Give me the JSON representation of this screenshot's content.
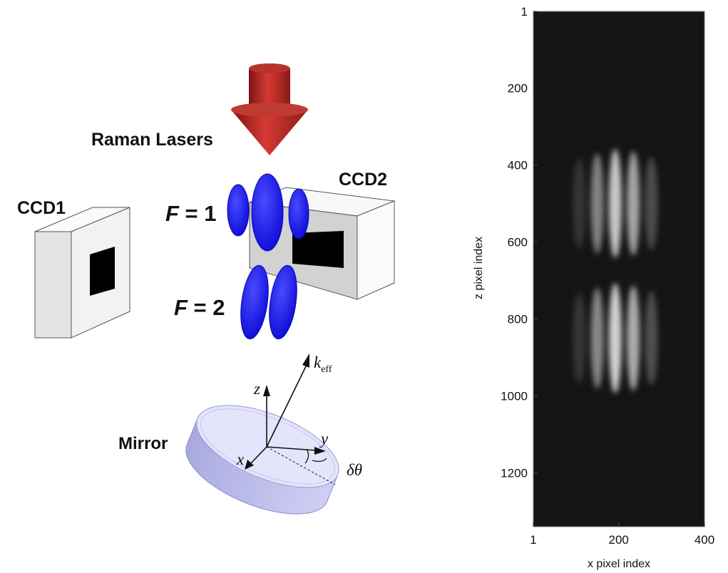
{
  "schematic": {
    "laser_label": "Raman Lasers",
    "ccd1_label": "CCD1",
    "ccd2_label": "CCD2",
    "f1_var": "F",
    "f1_rest": " = 1",
    "f2_var": "F",
    "f2_rest": " = 2",
    "mirror_label": "Mirror",
    "axis_x": "x",
    "axis_y": "y",
    "axis_z": "z",
    "k_main": "k",
    "k_sub": "eff",
    "tilt_label": "δθ",
    "colors": {
      "laser": "#c0302a",
      "cloud": "#1a1aee",
      "ccd": "#e2e2e2",
      "mirror": "#b9b9ec"
    }
  },
  "chart_data": {
    "type": "heatmap",
    "xlabel": "x pixel index",
    "ylabel": "z pixel index",
    "xlim": [
      1,
      400
    ],
    "ylim": [
      1,
      1340
    ],
    "y_inverted": true,
    "x_ticks": [
      "1",
      "200",
      "400"
    ],
    "y_ticks": [
      "1",
      "200",
      "400",
      "600",
      "800",
      "1000",
      "1200"
    ],
    "x_tick_values": [
      1,
      200,
      400
    ],
    "y_tick_values": [
      1,
      200,
      400,
      600,
      800,
      1000,
      1200
    ],
    "background": "#141414",
    "fringe_pattern": [
      {
        "name": "upper",
        "center_x": 200,
        "center_z": 500,
        "peak_intensity": 0.78
      },
      {
        "name": "lower",
        "center_x": 200,
        "center_z": 850,
        "peak_intensity": 0.82
      }
    ],
    "fringes_x": [
      108,
      150,
      192,
      234,
      276
    ]
  }
}
